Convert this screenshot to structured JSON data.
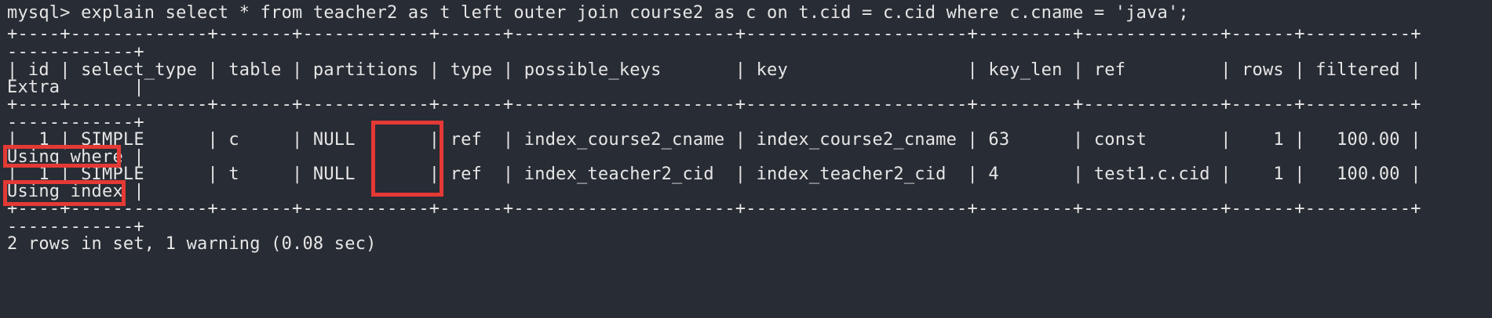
{
  "terminal": {
    "lines": [
      "mysql> explain select * from teacher2 as t left outer join course2 as c on t.cid = c.cid where c.cname = 'java';",
      "+----+-------------+-------+------------+------+---------------------+---------------------+---------+-------------+------+----------+",
      "------------+",
      "| id | select_type | table | partitions | type | possible_keys       | key                 | key_len | ref         | rows | filtered |",
      "Extra       |",
      "+----+-------------+-------+------------+------+---------------------+---------------------+---------+-------------+------+----------+",
      "------------+",
      "|  1 | SIMPLE      | c     | NULL       | ref  | index_course2_cname | index_course2_cname | 63      | const       |    1 |   100.00 |",
      "Using where |",
      "|  1 | SIMPLE      | t     | NULL       | ref  | index_teacher2_cid  | index_teacher2_cid  | 4       | test1.c.cid |    1 |   100.00 |",
      "Using index |",
      "+----+-------------+-------+------------+------+---------------------+---------------------+---------+-------------+------+----------+",
      "------------+",
      "2 rows in set, 1 warning (0.08 sec)"
    ]
  },
  "highlight_color": "#e53935"
}
